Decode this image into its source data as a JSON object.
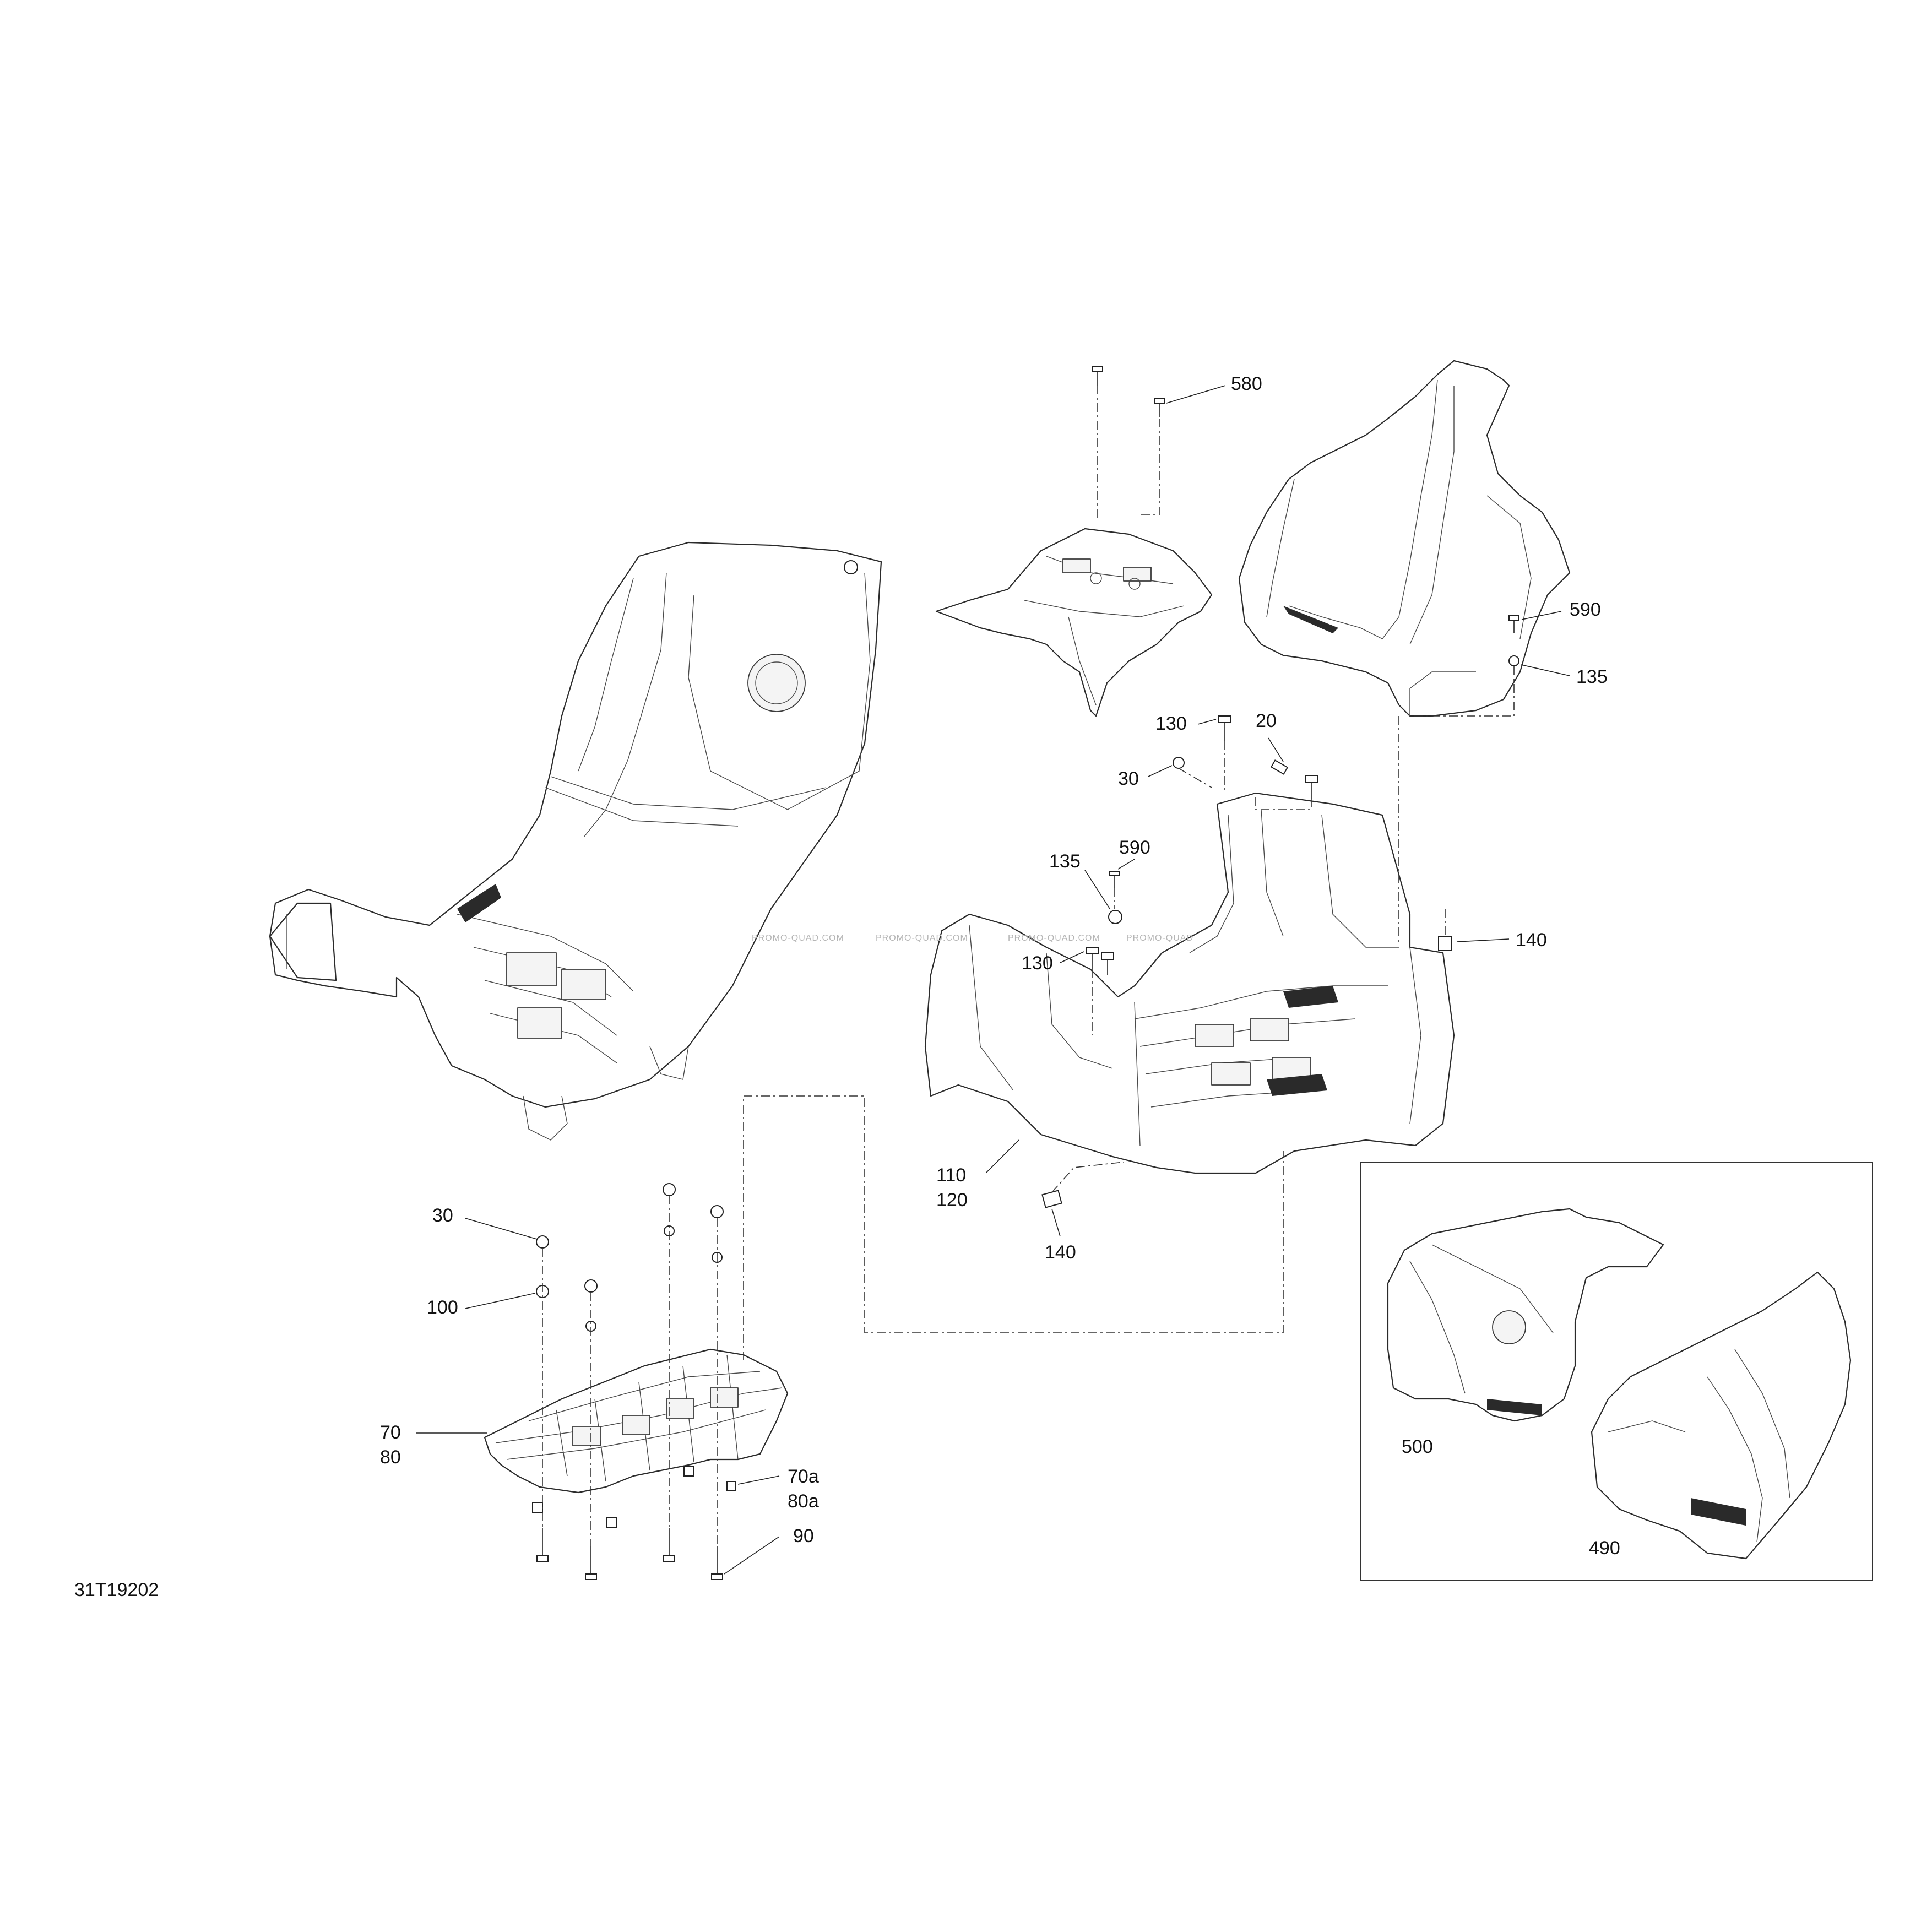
{
  "diagram": {
    "reference_code": "31T19202",
    "watermarks": [
      "PROMO-QUAD.COM",
      "PROMO-QUAD.COM",
      "PROMO-QUAD.COM",
      "PROMO-QUAD"
    ],
    "callouts": {
      "c580": "580",
      "c590_top": "590",
      "c135_top": "135",
      "c130_top": "130",
      "c20": "20",
      "c30_top": "30",
      "c590_mid": "590",
      "c135_mid": "135",
      "c130_mid": "130",
      "c140_right": "140",
      "c110": "110",
      "c120": "120",
      "c140_bottom": "140",
      "c30_bottom": "30",
      "c100": "100",
      "c70": "70",
      "c80": "80",
      "c70a": "70a",
      "c80a": "80a",
      "c90": "90",
      "c500": "500",
      "c490": "490"
    }
  }
}
